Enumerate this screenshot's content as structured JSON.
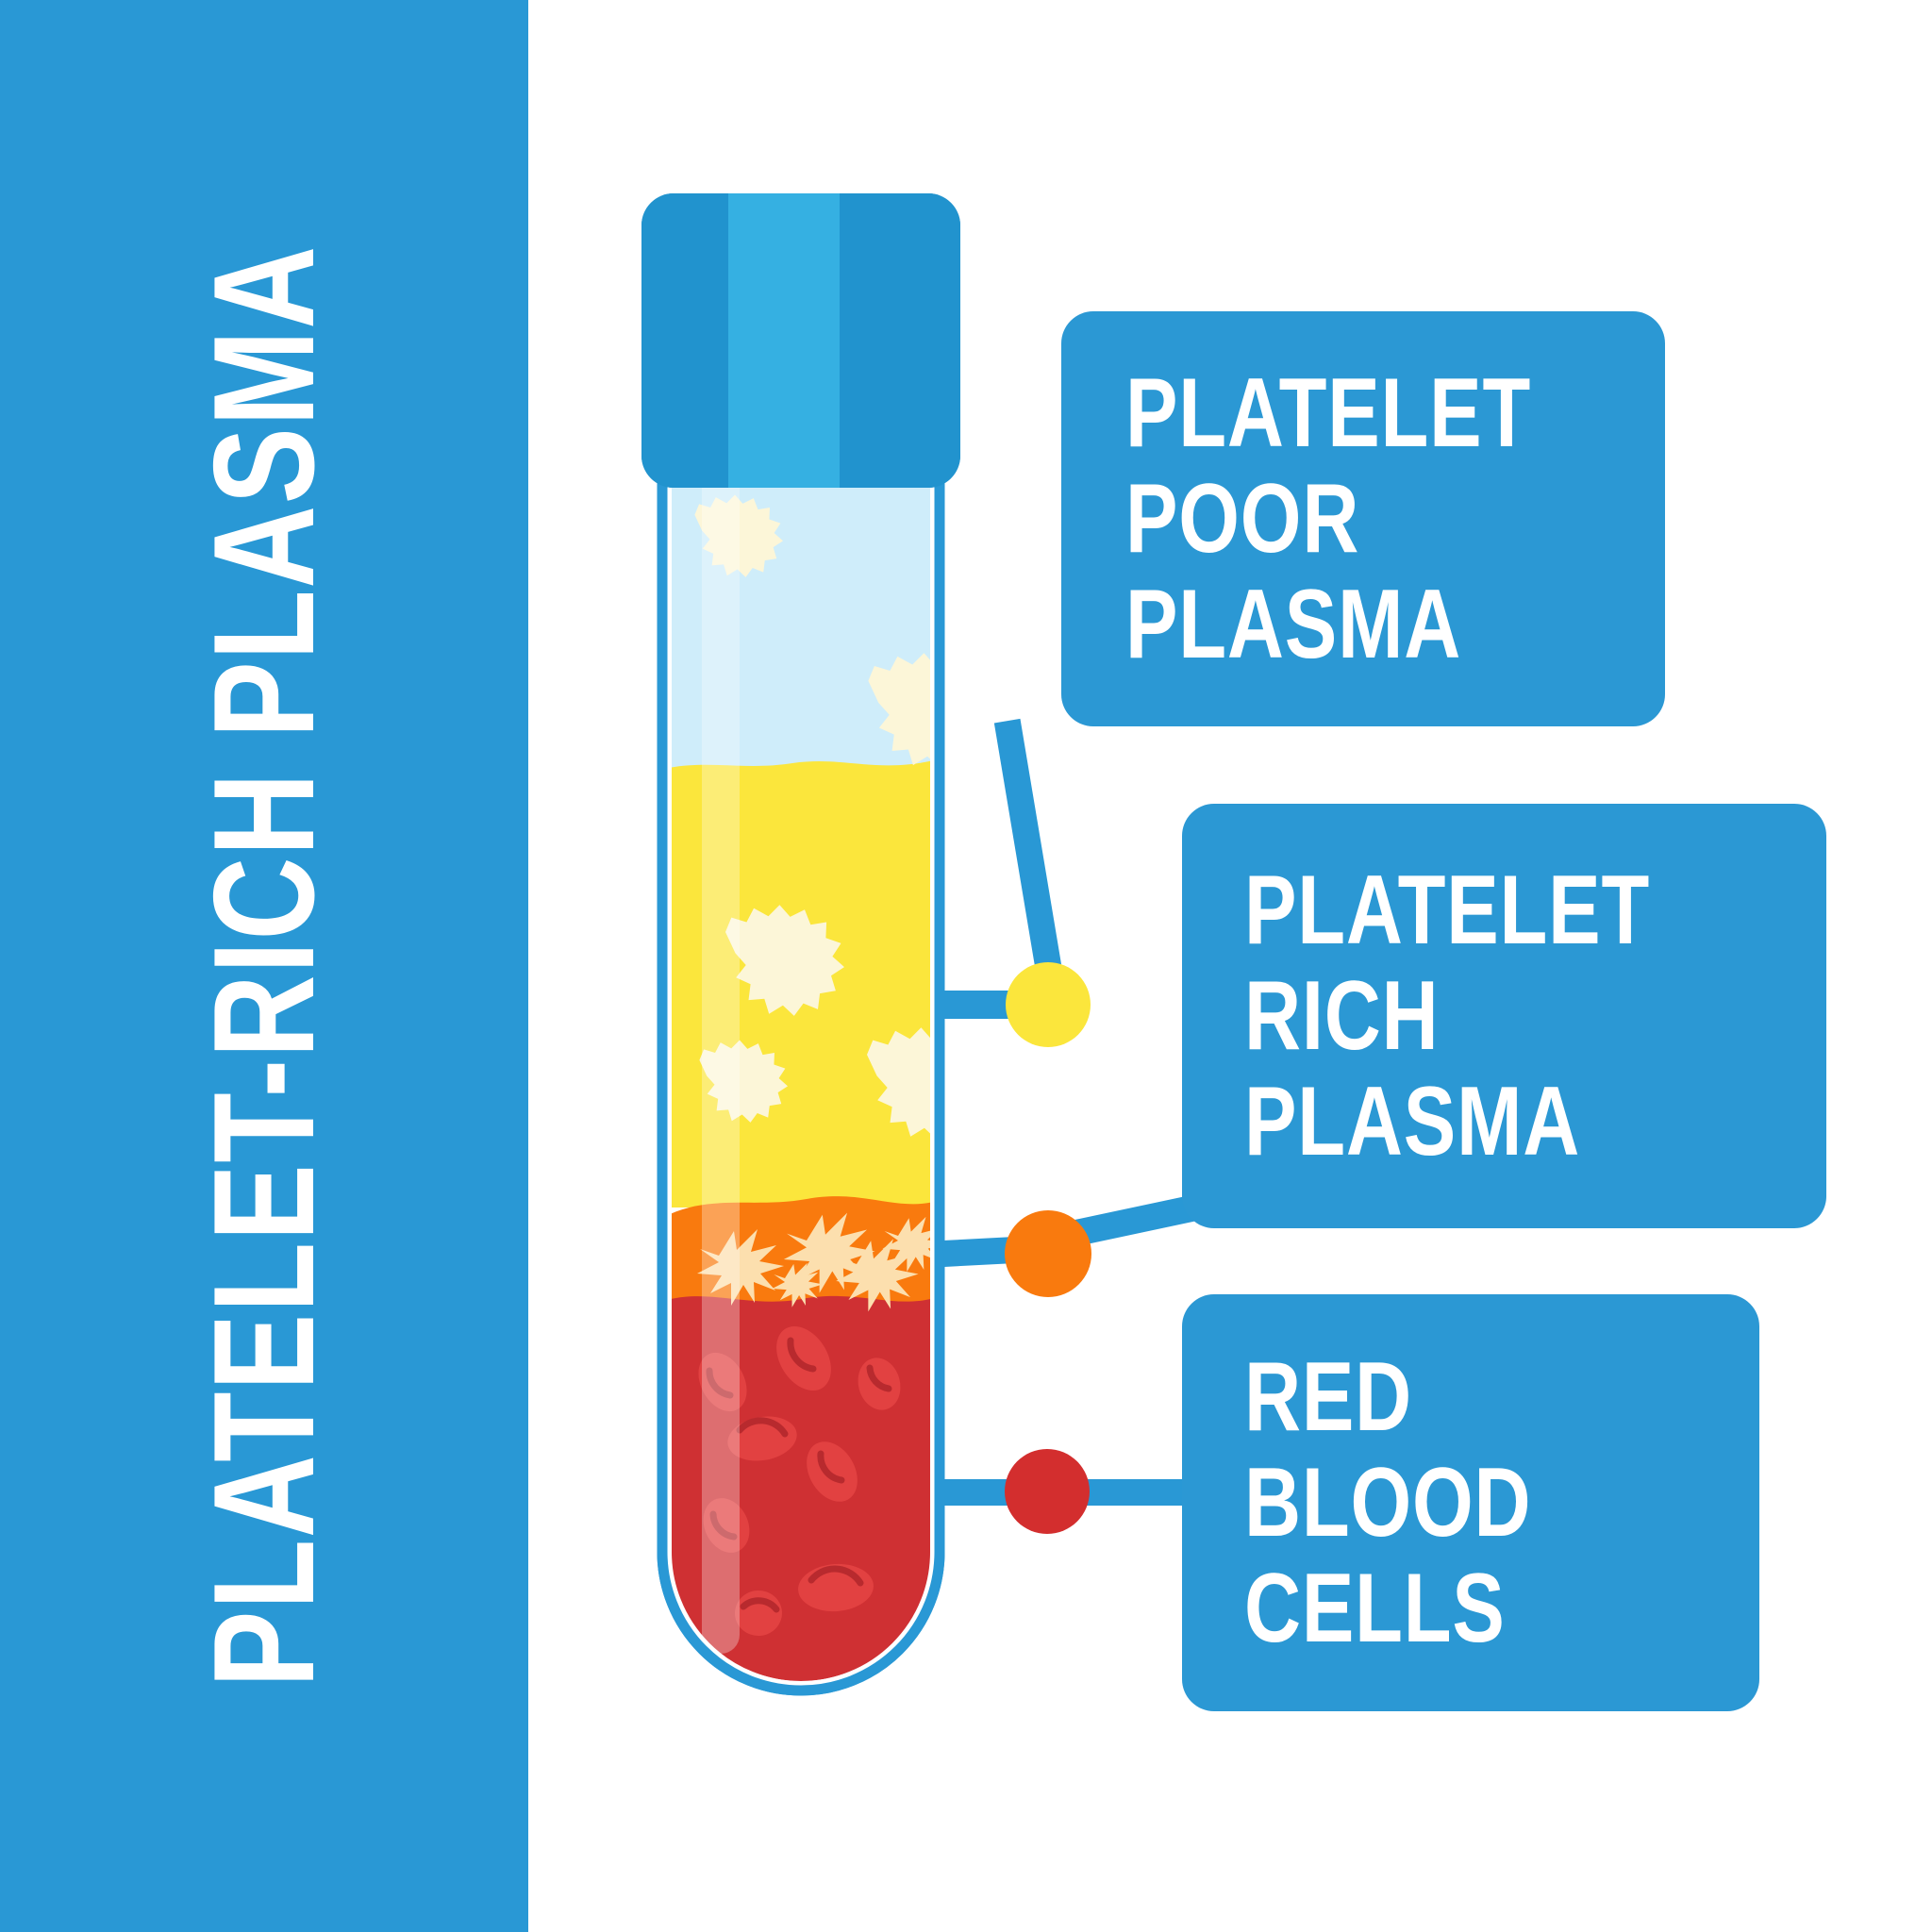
{
  "title": {
    "text": "PLATELET-RICH PLASMA",
    "orientation": "vertical-rotated-90",
    "color": "#FFFFFF",
    "background": "#2998D5"
  },
  "diagram": {
    "subject": "blood-sample-test-tube",
    "layers": [
      {
        "name": "cap",
        "color": "#2998D5",
        "highlight": "#3FB4E5"
      },
      {
        "name": "platelet-poor-plasma",
        "color": "#CFEDFA"
      },
      {
        "name": "platelet-rich-plasma",
        "color": "#FBE63C",
        "particles": "platelet-star"
      },
      {
        "name": "buffy-coat",
        "color": "#F97A0E",
        "particles": "activated-platelet-spike"
      },
      {
        "name": "red-blood-cells",
        "color": "#CF3033",
        "particles": "erythrocyte-disc"
      }
    ],
    "glass_outline_color": "#2998D5"
  },
  "markers": [
    {
      "id": "marker-platelet-poor-plasma",
      "color": "#FBE63C",
      "label": "platelet-poor-plasma-dot"
    },
    {
      "id": "marker-platelet-rich-plasma",
      "color": "#F97A0E",
      "label": "platelet-rich-plasma-dot"
    },
    {
      "id": "marker-red-blood-cells",
      "color": "#D32E2E",
      "label": "red-blood-cells-dot"
    }
  ],
  "callouts": [
    {
      "id": "platelet-poor-plasma",
      "lines": [
        "PLATELET",
        "POOR",
        "PLASMA"
      ],
      "background": "#2B98D4",
      "text_color": "#FFFFFF"
    },
    {
      "id": "platelet-rich-plasma",
      "lines": [
        "PLATELET",
        "RICH",
        "PLASMA"
      ],
      "background": "#2B98D4",
      "text_color": "#FFFFFF"
    },
    {
      "id": "red-blood-cells",
      "lines": [
        "RED",
        "BLOOD",
        "CELLS"
      ],
      "background": "#2B98D4",
      "text_color": "#FFFFFF"
    }
  ],
  "colors": {
    "brand_blue": "#2998D5",
    "callout_blue": "#2B98D4",
    "plasma_light": "#CFEDFA",
    "plasma_yellow": "#FBE63C",
    "buffy_orange": "#F97A0E",
    "rbc_red": "#CF3033",
    "white": "#FFFFFF"
  }
}
